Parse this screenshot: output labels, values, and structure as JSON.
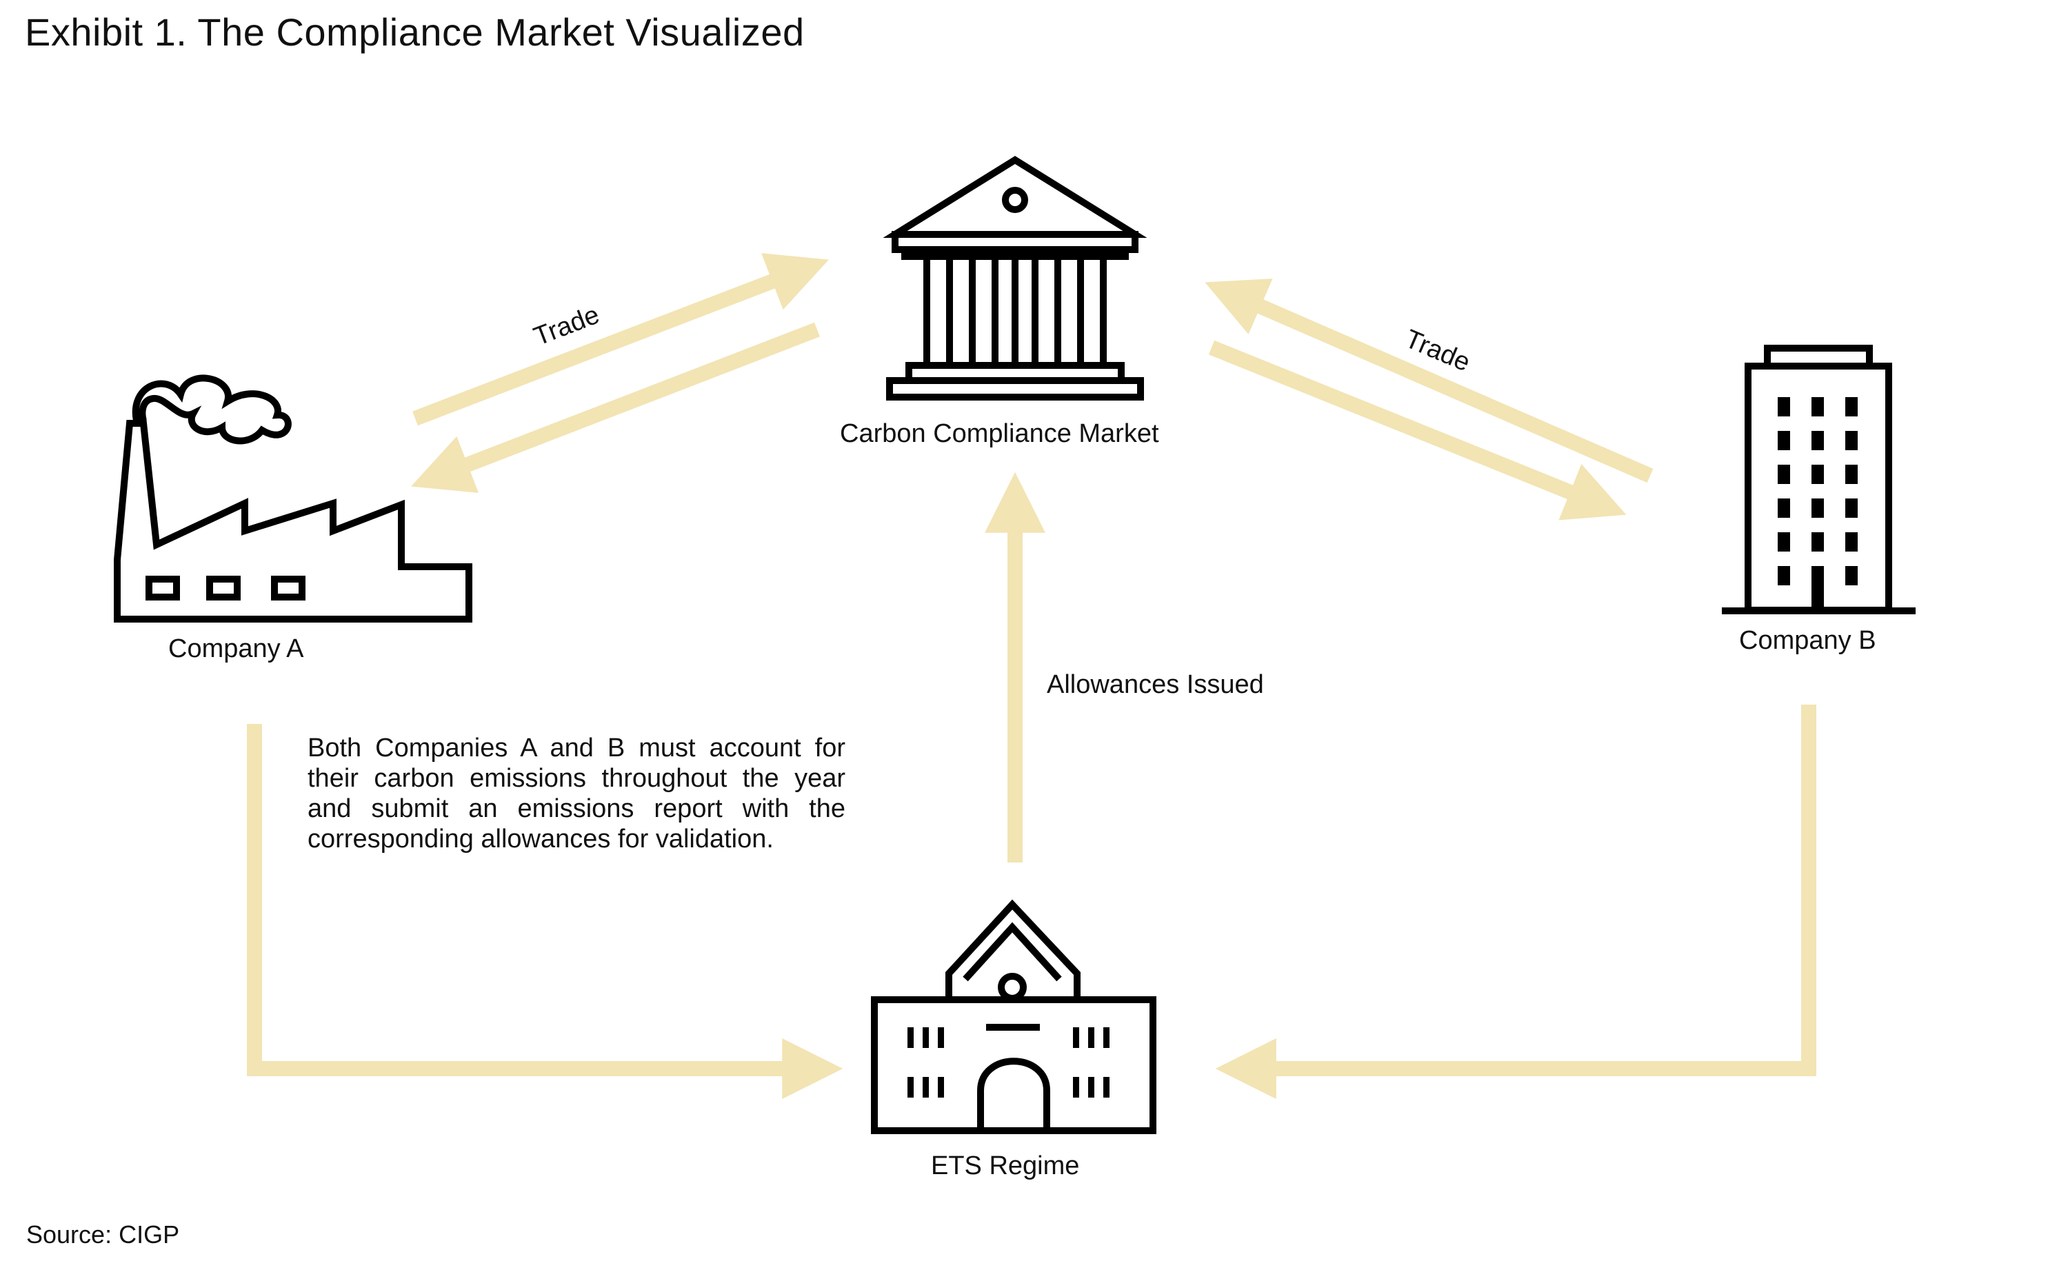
{
  "title": "Exhibit 1. The Compliance Market Visualized",
  "colors": {
    "arrow": "#f2e4b3",
    "icon": "#000000",
    "text": "#111111"
  },
  "nodes": {
    "market": {
      "label": "Carbon Compliance Market",
      "icon": "bank-building-icon"
    },
    "company_a": {
      "label": "Company A",
      "icon": "factory-icon"
    },
    "company_b": {
      "label": "Company B",
      "icon": "office-tower-icon"
    },
    "ets": {
      "label": "ETS Regime",
      "icon": "government-building-icon"
    }
  },
  "edges": {
    "trade_left": "Trade",
    "trade_right": "Trade",
    "allowances": "Allowances Issued"
  },
  "note": "Both Companies A and B must account for their carbon emissions throughout the year and submit an emissions report with the corresponding allowances for validation.",
  "source": "Source: CIGP"
}
